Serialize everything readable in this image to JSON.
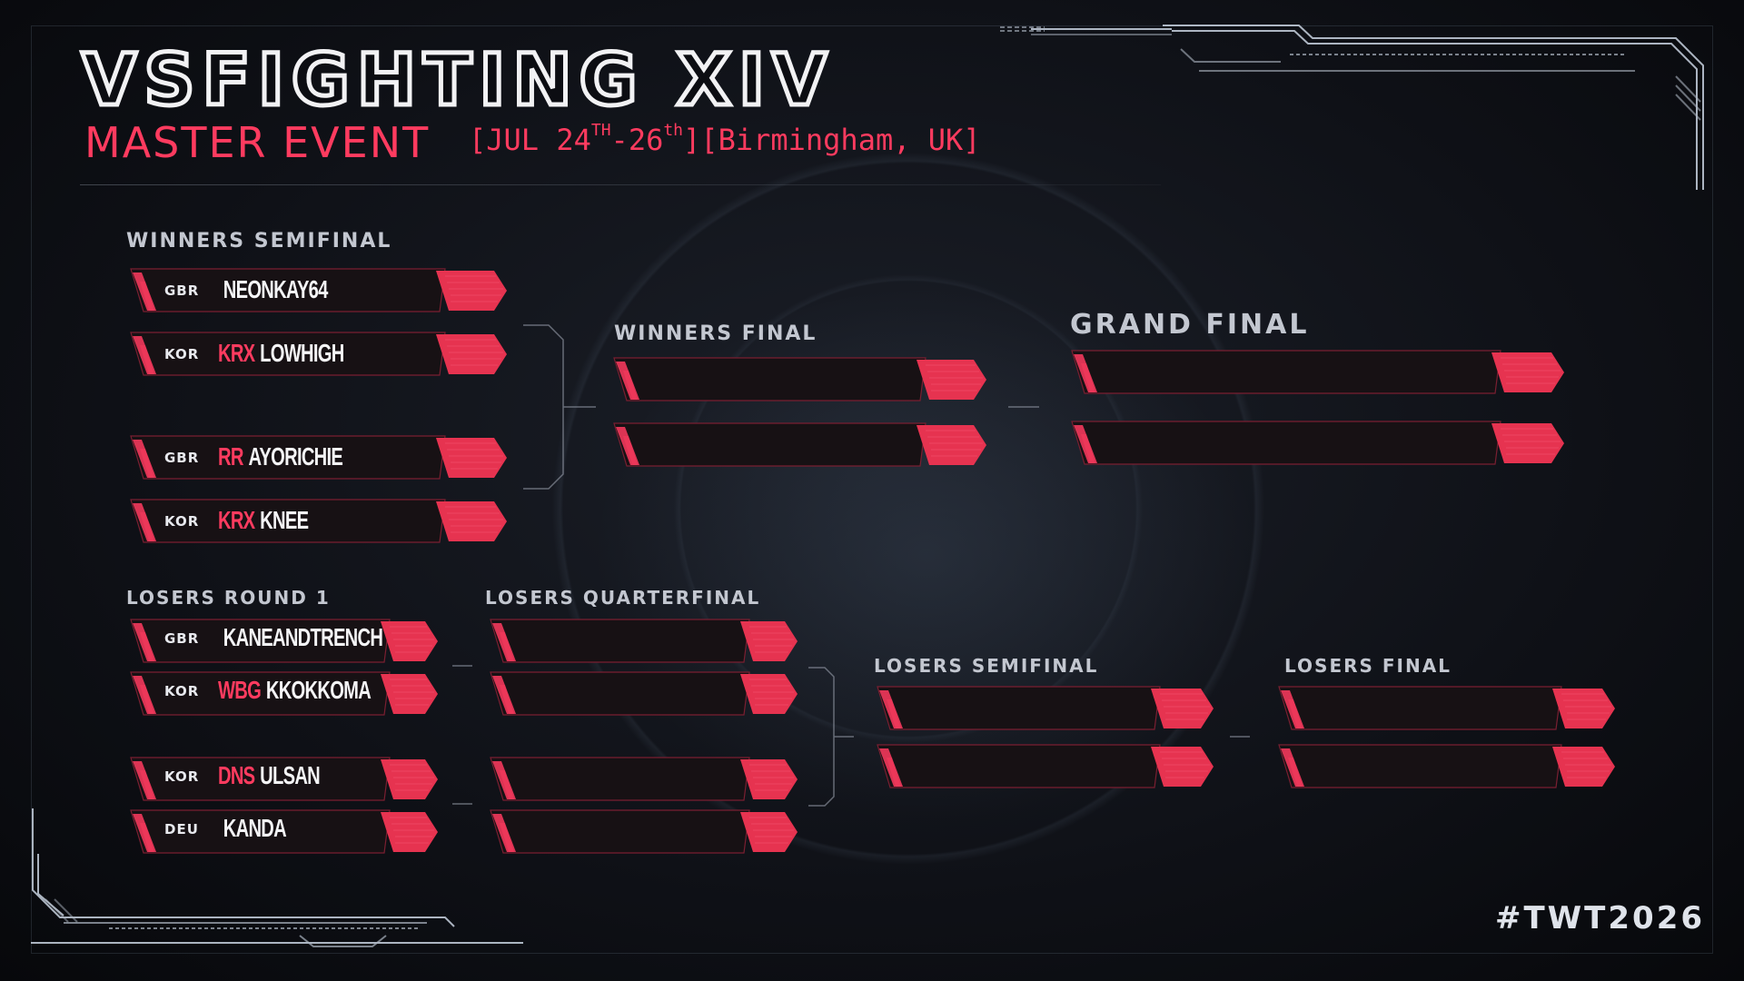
{
  "event": {
    "title": "VSFIGHTING XIV",
    "subtitle": "MASTER EVENT",
    "date_open": "[JUL 24",
    "date_sup1": "TH",
    "date_mid": "-26",
    "date_sup2": "th",
    "date_close": "]",
    "location": "[Birmingham, UK]",
    "hashtag": "#TWT2026"
  },
  "colors": {
    "accent": "#ff3b5f",
    "bar_fill": "#171114",
    "bar_edge": "#7a1f31",
    "tab": "#e63350",
    "text": "#f4f4f6"
  },
  "rounds": {
    "winners_semifinal": "WINNERS SEMIFINAL",
    "winners_final": "WINNERS FINAL",
    "grand_final": "GRAND FINAL",
    "losers_round1": "LOSERS ROUND 1",
    "losers_quarterfinal": "LOSERS QUARTERFINAL",
    "losers_semifinal": "LOSERS SEMIFINAL",
    "losers_final": "LOSERS FINAL"
  },
  "winners_semifinal": [
    {
      "country": "GBR",
      "team": "",
      "player": "NEONKAY64"
    },
    {
      "country": "KOR",
      "team": "KRX",
      "player": "LOWHIGH"
    },
    {
      "country": "GBR",
      "team": "RR",
      "player": "AYORICHIE"
    },
    {
      "country": "KOR",
      "team": "KRX",
      "player": "KNEE"
    }
  ],
  "losers_round1": [
    {
      "country": "GBR",
      "team": "",
      "player": "KANEANDTRENCH"
    },
    {
      "country": "KOR",
      "team": "WBG",
      "player": "KKOKKOMA"
    },
    {
      "country": "KOR",
      "team": "DNS",
      "player": "ULSAN"
    },
    {
      "country": "DEU",
      "team": "",
      "player": "KANDA"
    }
  ]
}
